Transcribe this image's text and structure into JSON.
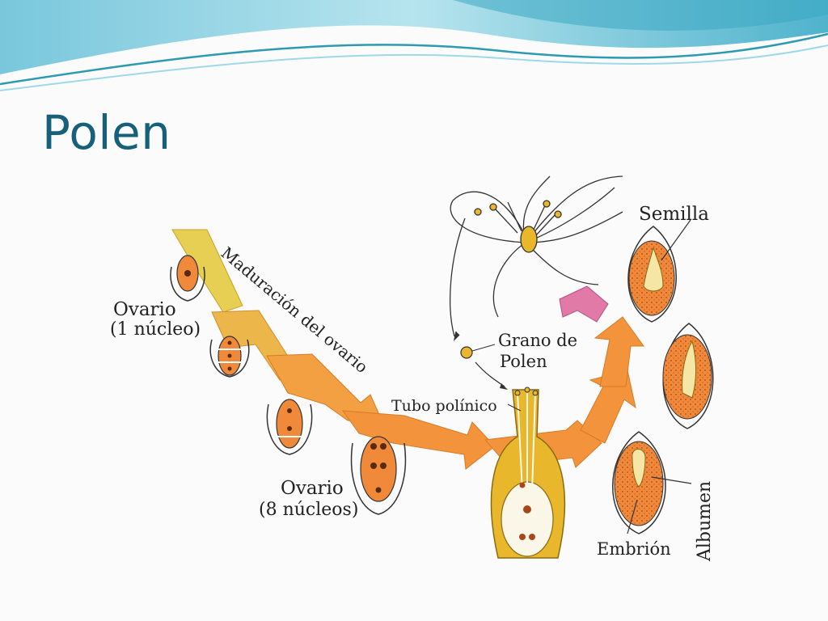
{
  "slide": {
    "title": "Polen"
  },
  "diagram": {
    "labels": {
      "ovary_one_line1": "Ovario",
      "ovary_one_line2": "(1 núcleo)",
      "ovary_eight_line1": "Ovario",
      "ovary_eight_line2": "(8 núcleos)",
      "maturation": "Maduración del ovario",
      "pollen_tube": "Tubo polínico",
      "pollen_grain_line1": "Grano de",
      "pollen_grain_line2": "Polen",
      "seed": "Semilla",
      "albumen": "Albumen",
      "embryo": "Embrión"
    },
    "colors": {
      "title": "#17607a",
      "arrow_light": "#e6cf52",
      "arrow_orange": "#f3943c",
      "arrow_pink": "#e27aa8",
      "ovary_fill": "#e9b72c",
      "seed_fill": "#f08a3a",
      "wave_dark": "#2d9ab4",
      "wave_light": "#9fd9e8"
    }
  }
}
